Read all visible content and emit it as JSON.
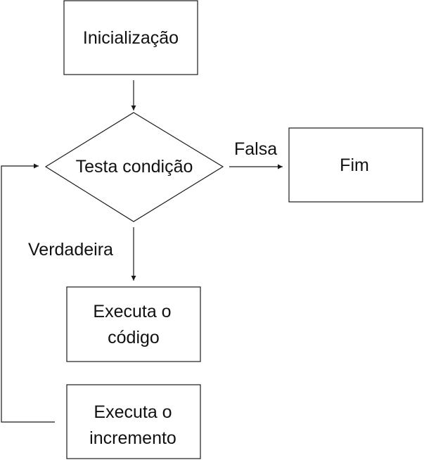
{
  "diagram": {
    "nodes": {
      "init": {
        "label": "Inicialização"
      },
      "test": {
        "label": "Testa condição"
      },
      "end": {
        "label": "Fim"
      },
      "exec_code": {
        "line1": "Executa o",
        "line2": "código"
      },
      "exec_incr": {
        "line1": "Executa o",
        "line2": "incremento"
      }
    },
    "edges": {
      "false_label": "Falsa",
      "true_label": "Verdadeira"
    },
    "colors": {
      "stroke": "#1a1a1a",
      "text": "#111111",
      "background": "#ffffff"
    }
  }
}
